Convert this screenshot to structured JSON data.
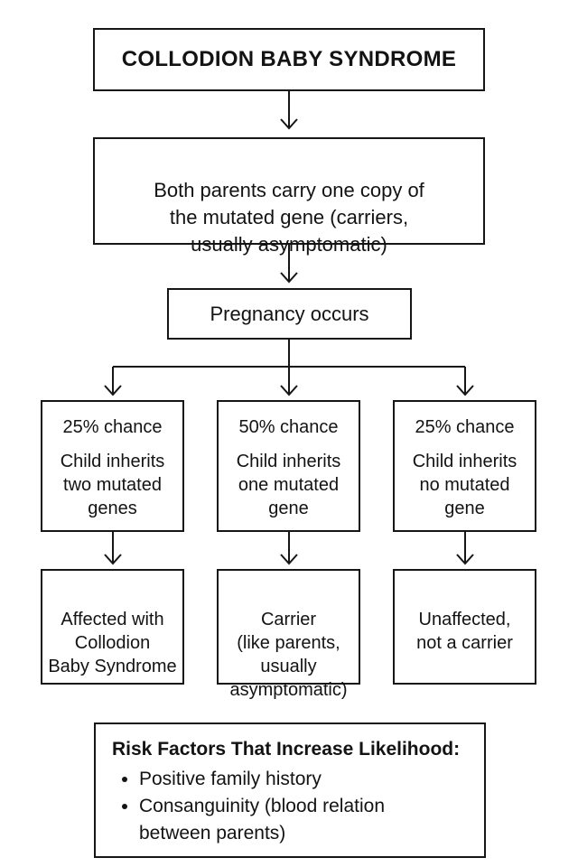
{
  "colors": {
    "background": "#ffffff",
    "line": "#161616",
    "text": "#131313"
  },
  "flowchart": {
    "title": "COLLODION BABY SYNDROME",
    "parents": "Both parents carry one copy of\nthe mutated gene (carriers,\nusually asymptomatic)",
    "pregnancy": "Pregnancy occurs",
    "outcomes": [
      {
        "chance": "25% chance",
        "inherits": "Child inherits\ntwo mutated\ngenes",
        "result": "Affected with\nCollodion\nBaby Syndrome"
      },
      {
        "chance": "50% chance",
        "inherits": "Child inherits\none mutated\ngene",
        "result": "Carrier\n(like parents,\nusually\nasymptomatic)"
      },
      {
        "chance": "25% chance",
        "inherits": "Child inherits\nno mutated\ngene",
        "result": "Unaffected,\nnot a carrier"
      }
    ],
    "risk": {
      "heading": "Risk Factors That Increase Likelihood:",
      "items": [
        "Positive family history",
        "Consanguinity (blood relation\nbetween parents)"
      ]
    }
  }
}
